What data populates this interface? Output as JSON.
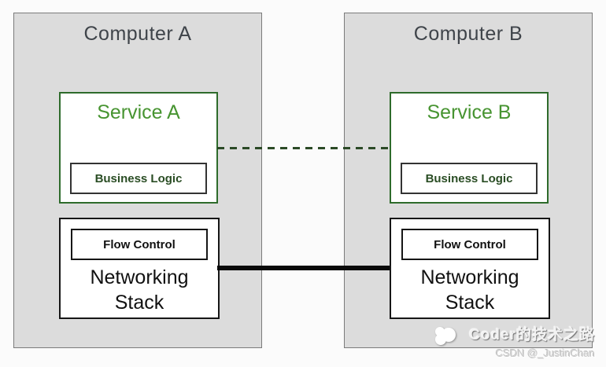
{
  "diagram": {
    "computers": [
      {
        "title": "Computer A",
        "service": {
          "title": "Service A",
          "component": "Business Logic"
        },
        "network": {
          "component": "Flow Control",
          "title": "Networking Stack"
        }
      },
      {
        "title": "Computer B",
        "service": {
          "title": "Service B",
          "component": "Business Logic"
        },
        "network": {
          "component": "Flow Control",
          "title": "Networking Stack"
        }
      }
    ],
    "connections": [
      {
        "name": "service-to-service-link",
        "style": "dashed",
        "color": "#2b4a26"
      },
      {
        "name": "network-to-network-link",
        "style": "solid",
        "color": "#0a0a0a"
      }
    ]
  },
  "watermark": {
    "brand": "Coder的技术之路",
    "handle": "CSDN @_JustinChan"
  },
  "colors": {
    "canvas-bg": "#fbfbfb",
    "computer-fill": "#dcdcdc",
    "computer-border": "#7b7b7b",
    "computer-title": "#3f444a",
    "service-border": "#2e6b2b",
    "service-title": "#479431",
    "business-logic-text": "#2a4d24",
    "inner-border": "#333333",
    "dark-border": "#161616",
    "dark-text": "#111111",
    "dashed-link": "#2b4a26",
    "solid-link": "#0a0a0a",
    "watermark-text": "#f2f2f2",
    "watermark-handle": "#c9c9c9"
  }
}
